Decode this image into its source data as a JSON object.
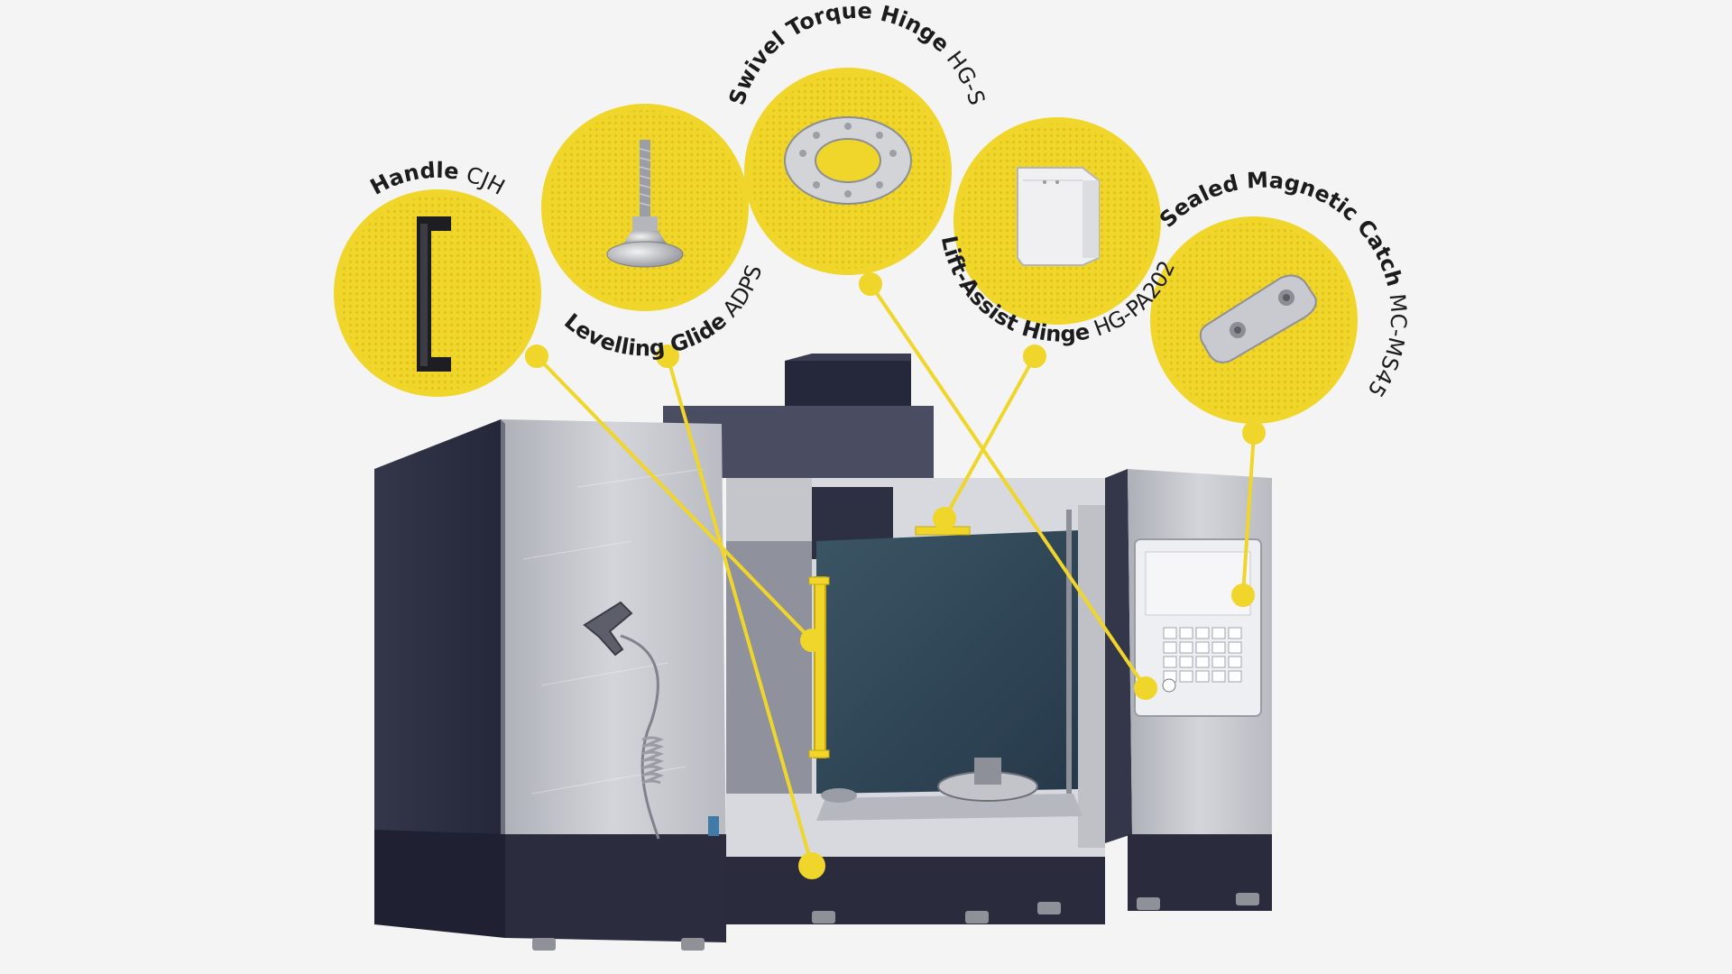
{
  "components": [
    {
      "id": "handle",
      "name": "Handle",
      "code": "CJH",
      "icon": "handle-icon"
    },
    {
      "id": "levelling-glide",
      "name": "Levelling Glide",
      "code": "ADPS",
      "icon": "levelling-glide-icon"
    },
    {
      "id": "swivel-torque-hinge",
      "name": "Swivel Torque Hinge",
      "code": "HG-S",
      "icon": "swivel-hinge-icon"
    },
    {
      "id": "lift-assist-hinge",
      "name": "Lift-Assist Hinge",
      "code": "HG-PA202",
      "icon": "lift-assist-hinge-icon"
    },
    {
      "id": "sealed-magnetic-catch",
      "name": "Sealed Magnetic Catch",
      "code": "MC-MS45",
      "icon": "magnetic-catch-icon"
    }
  ],
  "colors": {
    "accent": "#f0d52a",
    "accent_dark": "#d9b70a",
    "background": "#f4f4f4",
    "machine_dark": "#2c2e3d",
    "machine_light": "#c9cbd0",
    "window": "#2f4552"
  }
}
